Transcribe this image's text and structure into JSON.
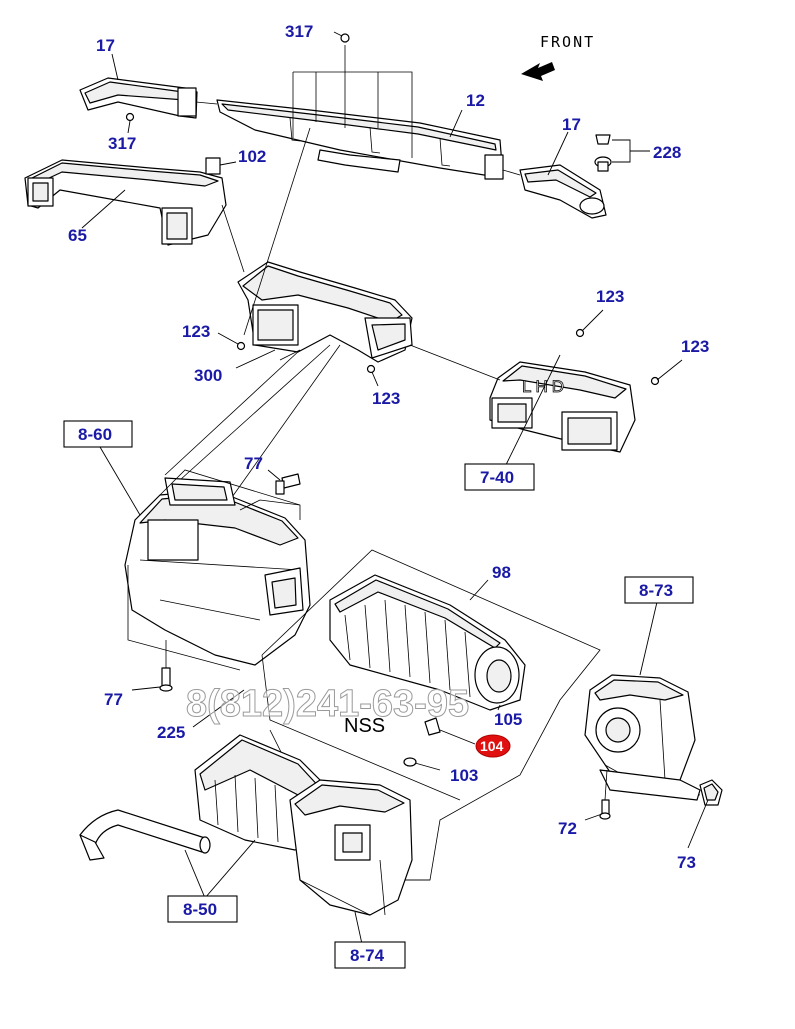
{
  "front_label": "FRONT",
  "nss_label": "NSS",
  "lhd_label": "LHD",
  "watermark": "8(812)241-63-95",
  "colors": {
    "label": "#1a1aa6",
    "highlight": "#e01010",
    "line": "#000000"
  },
  "labels": {
    "p317_top": "317",
    "p17_left": "17",
    "p317_left": "317",
    "p12": "12",
    "p17_right": "17",
    "p228": "228",
    "p102": "102",
    "p65": "65",
    "p123_a": "123",
    "p300": "300",
    "p123_b": "123",
    "p123_c": "123",
    "p123_d": "123",
    "p77_top": "77",
    "p98": "98",
    "p77_bottom": "77",
    "p225": "225",
    "p105": "105",
    "p103": "103",
    "p72": "72",
    "p73": "73"
  },
  "boxed_labels": {
    "b8_60": "8-60",
    "b7_40": "7-40",
    "b8_73": "8-73",
    "b8_50": "8-50",
    "b8_74": "8-74"
  },
  "highlighted_part": "104"
}
